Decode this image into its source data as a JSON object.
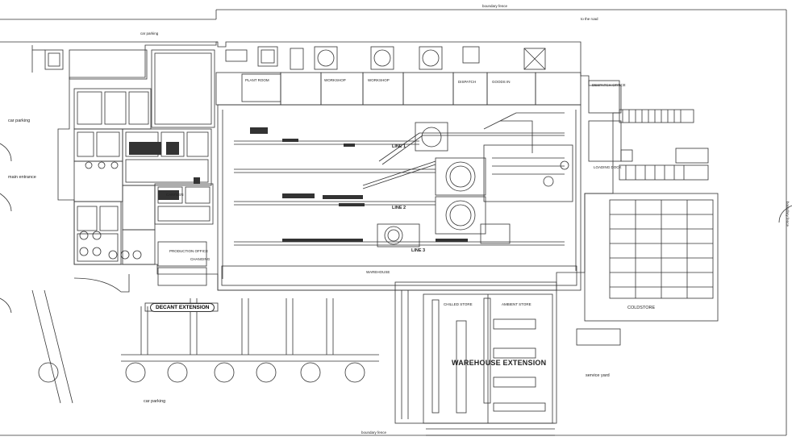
{
  "labels": {
    "boundary_top": "boundary fence",
    "boundary_bottom": "boundary fence",
    "boundary_right": "boundary fence",
    "top_road": "to the road",
    "car_park_north": "car parking",
    "car_parking_west": "car parking",
    "main_entrance": "main entrance",
    "car_parking_south": "car parking",
    "line_1": "LINE 1",
    "line_2": "LINE 2",
    "line_3": "LINE 3",
    "warehouse_top": "WAREHOUSE",
    "decant_extension": "DECANT EXTENSION",
    "warehouse_extension": "WAREHOUSE EXTENSION",
    "chilled_store": "CHILLED STORE",
    "ambient_store": "AMBIENT STORE",
    "coldstore": "COLDSTORE",
    "service_yard": "service yard",
    "plant_room": "PLANT ROOM",
    "workshop_1": "WORKSHOP",
    "workshop_2": "WORKSHOP",
    "dispatch": "DISPATCH",
    "goods_in": "GOODS IN",
    "despatch_office": "DESPATCH OFFICE",
    "production_office": "PRODUCTION OFFICE",
    "canteen": "CANTEEN",
    "changing": "CHANGING",
    "loading_dock": "LOADING DOCK"
  }
}
